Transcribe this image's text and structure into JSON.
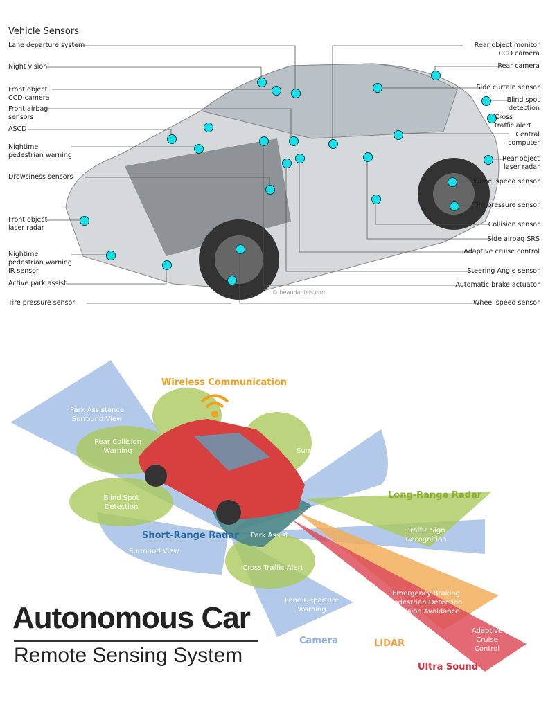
{
  "top": {
    "title": "Vehicle Sensors",
    "credit": "© beaudaniels.com",
    "left_labels": [
      "Lane departure system",
      "Night vision",
      "Front object CCD camera",
      "Front airbag sensors",
      "ASCD",
      "Nightime pedestrian warning",
      "Drowsiness sensors",
      "Front object laser radar",
      "Nightime pedestrian warning IR sensor",
      "Active park assist",
      "Tire pressure sensor"
    ],
    "right_labels": [
      "Rear object monitor CCD camera",
      "Rear camera",
      "Side curtain sensor",
      "Blind spot detection",
      "Cross traffic alert",
      "Central computer",
      "Rear object laser radar",
      "Wheel speed sensor",
      "Tire pressure sensor",
      "Collision sensor",
      "Side airbag SRS",
      "Adaptive cruise control",
      "Steering Angle sensor",
      "Automatic brake actuator",
      "Wheel speed sensor"
    ],
    "sensor_color": "#19e0e6"
  },
  "bottom": {
    "title": "Autonomous Car",
    "subtitle": "Remote Sensing System",
    "zones": {
      "park_assistance": "Park Assistance Surround View",
      "rear_collision": "Rear Collision Warning",
      "surround_view_right": "Surround View",
      "blind_spot": "Blind Spot Detection",
      "surround_view_left": "Surround View",
      "park_assist": "Park Assist",
      "cross_traffic": "Cross Traffic Alert",
      "traffic_sign": "Traffic Sign Recognition",
      "lane_departure": "Lane Departure Warning",
      "emergency": "Emergency Braking Pedestrian Detection Collision Avoidance",
      "adaptive": "Adaptive Cruise Control"
    },
    "legend": {
      "wireless": "Wireless Communication",
      "long_range": "Long-Range Radar",
      "short_range": "Short-Range Radar",
      "camera": "Camera",
      "lidar": "LIDAR",
      "ultrasound": "Ultra Sound"
    },
    "colors": {
      "camera": "#8fb0e0",
      "radar_green": "#9cc040",
      "lidar": "#f0a040",
      "ultra": "#d83040",
      "short": "#2a7070",
      "wireless": "#f0a020",
      "car": "#d84040"
    }
  }
}
